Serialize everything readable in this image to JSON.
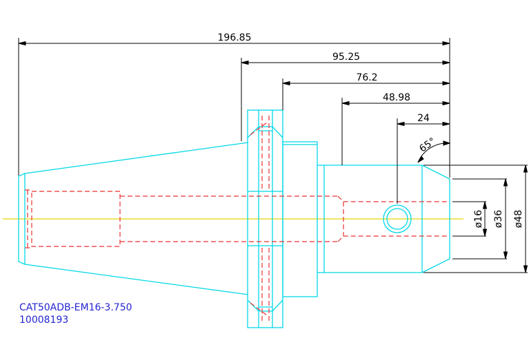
{
  "colors": {
    "outline": "#00d8e8",
    "hidden": "#e83030",
    "centerline": "#e8d800",
    "dimension": "#000000",
    "label": "#2424d0",
    "background": "#ffffff"
  },
  "dimensions": {
    "overall_length": "196.85",
    "flange_to_end": "95.25",
    "collar_to_end": "76.2",
    "shank_to_end": "48.98",
    "hole_to_end": "24",
    "chamfer_angle": "65°",
    "bore_diameter": "ø16",
    "shank_diameter": "ø36",
    "body_diameter": "ø48"
  },
  "part": {
    "model": "CAT50ADB-EM16-3.750",
    "number": "10008193"
  }
}
